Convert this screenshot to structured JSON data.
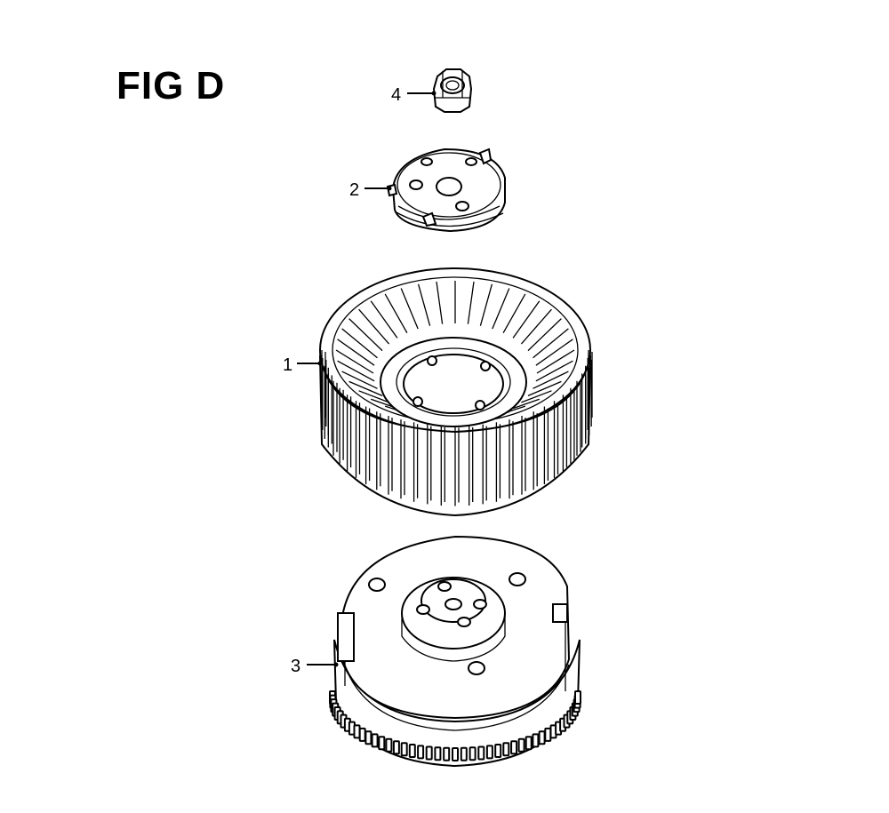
{
  "figure": {
    "title": "FIG D"
  },
  "callouts": [
    {
      "number": "4",
      "part": "nut"
    },
    {
      "number": "2",
      "part": "starter-pulley"
    },
    {
      "number": "1",
      "part": "cooling-fan"
    },
    {
      "number": "3",
      "part": "flywheel"
    }
  ],
  "colors": {
    "line": "#000000",
    "background": "#ffffff"
  }
}
